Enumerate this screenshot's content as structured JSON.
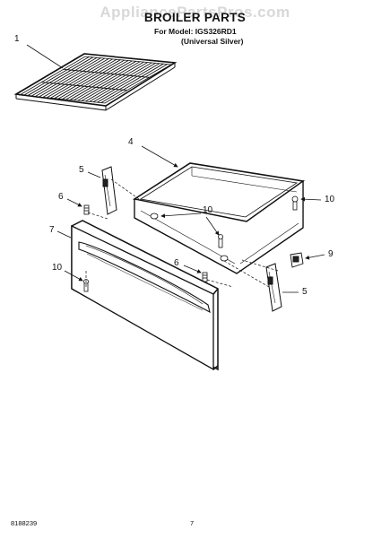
{
  "watermark": "AppliancePartsPros.com",
  "title": "BROILER PARTS",
  "model_line": "For Model: IGS326RD1",
  "variant_line": "(Universal Silver)",
  "callouts": {
    "rack": "1",
    "pan": "4",
    "bracket_left": "5",
    "bracket_right": "5",
    "pin_left": "6",
    "pin_right": "6",
    "front_panel": "7",
    "clip": "9",
    "screw_right": "10",
    "screw_mid": "10",
    "screw_left": "10"
  },
  "footer": {
    "doc_number": "8188239",
    "page_number": "7"
  }
}
